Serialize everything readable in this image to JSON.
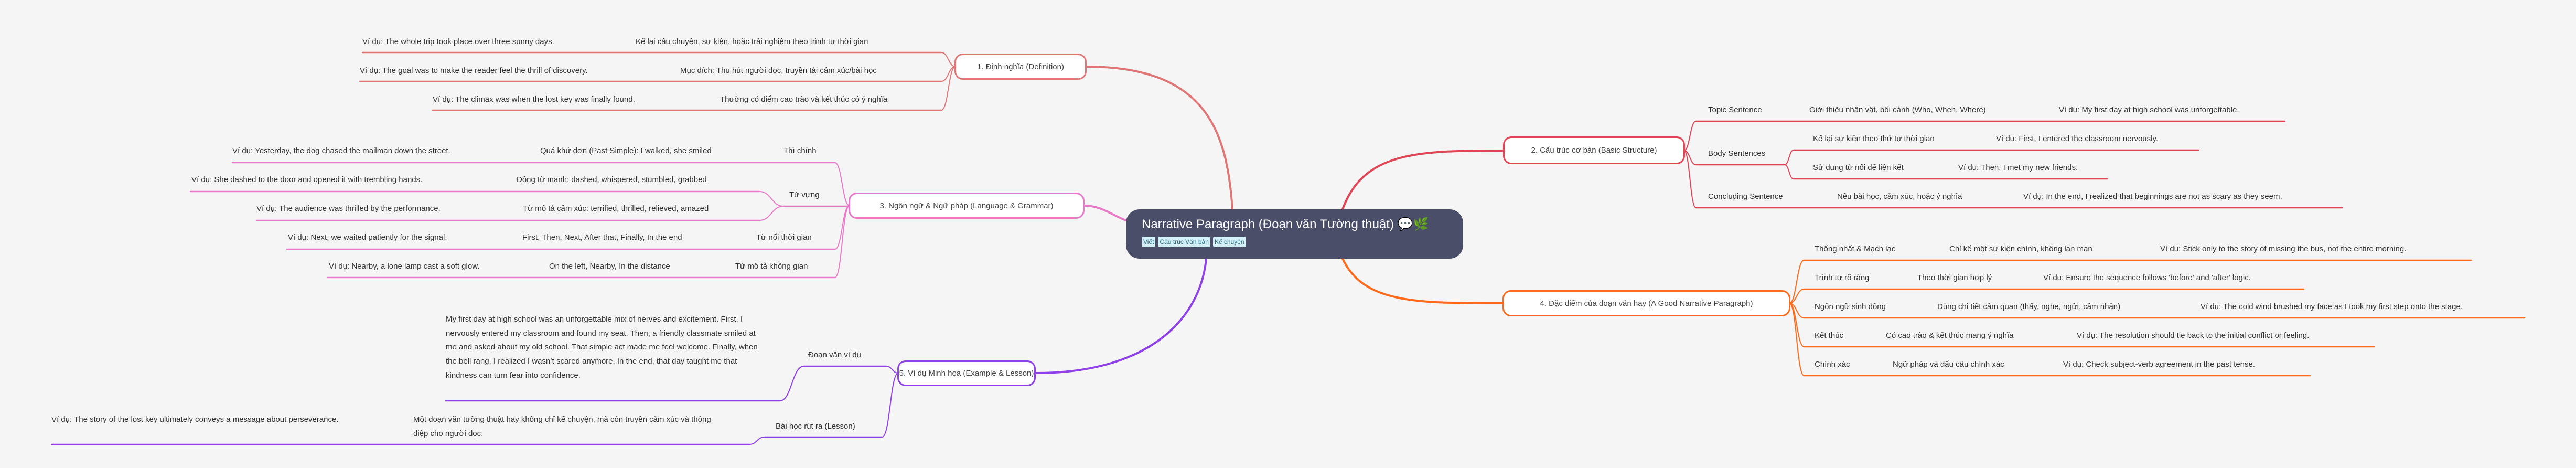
{
  "root": {
    "title": "Narrative Paragraph (Đoạn văn Tường thuật)",
    "emoji": "💬🌿",
    "tags": [
      "Viết",
      "Cấu trúc Văn bản",
      "Kể chuyện"
    ]
  },
  "colors": {
    "b1": "#e07575",
    "b2": "#e04555",
    "b3": "#e879c8",
    "b4": "#ff6a1a",
    "b5": "#9040e8"
  },
  "branches": [
    {
      "label": "1. Định nghĩa (Definition)",
      "items": [
        {
          "text": "Kể lại câu chuyện, sự kiện, hoặc trải nghiệm theo trình tự thời gian",
          "example": "Ví dụ: The whole trip took place over three sunny days."
        },
        {
          "text": "Mục đích: Thu hút người đọc, truyền tải cảm xúc/bài học",
          "example": "Ví dụ: The goal was to make the reader feel the thrill of discovery."
        },
        {
          "text": "Thường có điểm cao trào và kết thúc có ý nghĩa",
          "example": "Ví dụ: The climax was when the lost key was finally found."
        }
      ]
    },
    {
      "label": "2. Cấu trúc cơ bản (Basic Structure)",
      "items": [
        {
          "label": "Topic Sentence",
          "items": [
            {
              "text": "Giới thiệu nhân vật, bối cảnh (Who, When, Where)",
              "example": "Ví dụ: My first day at high school was unforgettable."
            }
          ]
        },
        {
          "label": "Body Sentences",
          "items": [
            {
              "text": "Kể lại sự kiện theo thứ tự thời gian",
              "example": "Ví dụ: First, I entered the classroom nervously."
            },
            {
              "text": "Sử dụng từ nối để liên kết",
              "example": "Ví dụ: Then, I met my new friends."
            }
          ]
        },
        {
          "label": "Concluding Sentence",
          "items": [
            {
              "text": "Nêu bài học, cảm xúc, hoặc ý nghĩa",
              "example": "Ví dụ: In the end, I realized that beginnings are not as scary as they seem."
            }
          ]
        }
      ]
    },
    {
      "label": "3. Ngôn ngữ & Ngữ pháp (Language & Grammar)",
      "items": [
        {
          "label": "Thì chính",
          "items": [
            {
              "text": "Quá khứ đơn (Past Simple): I walked, she smiled",
              "example": "Ví dụ: Yesterday, the dog chased the mailman down the street."
            }
          ]
        },
        {
          "label": "Từ vựng",
          "items": [
            {
              "text": "Động từ mạnh: dashed, whispered, stumbled, grabbed",
              "example": "Ví dụ: She dashed to the door and opened it with trembling hands."
            },
            {
              "text": "Từ mô tả cảm xúc: terrified, thrilled, relieved, amazed",
              "example": "Ví dụ: The audience was thrilled by the performance."
            }
          ]
        },
        {
          "label": "Từ nối thời gian",
          "items": [
            {
              "text": "First, Then, Next, After that, Finally, In the end",
              "example": "Ví dụ: Next, we waited patiently for the signal."
            }
          ]
        },
        {
          "label": "Từ mô tả không gian",
          "items": [
            {
              "text": "On the left, Nearby, In the distance",
              "example": "Ví dụ: Nearby, a lone lamp cast a soft glow."
            }
          ]
        }
      ]
    },
    {
      "label": "4. Đặc điểm của đoạn văn hay (A Good Narrative Paragraph)",
      "items": [
        {
          "label": "Thống nhất & Mạch lạc",
          "items": [
            {
              "text": "Chỉ kể một sự kiện chính, không lan man",
              "example": "Ví dụ: Stick only to the story of missing the bus, not the entire morning."
            }
          ]
        },
        {
          "label": "Trình tự rõ ràng",
          "items": [
            {
              "text": "Theo thời gian hợp lý",
              "example": "Ví dụ: Ensure the sequence follows 'before' and 'after' logic."
            }
          ]
        },
        {
          "label": "Ngôn ngữ sinh động",
          "items": [
            {
              "text": "Dùng chi tiết cảm quan (thấy, nghe, ngửi, cảm nhận)",
              "example": "Ví dụ: The cold wind brushed my face as I took my first step onto the stage."
            }
          ]
        },
        {
          "label": "Kết thúc",
          "items": [
            {
              "text": "Có cao trào & kết thúc mang ý nghĩa",
              "example": "Ví dụ: The resolution should tie back to the initial conflict or feeling."
            }
          ]
        },
        {
          "label": "Chính xác",
          "items": [
            {
              "text": "Ngữ pháp và dấu câu chính xác",
              "example": "Ví dụ: Check subject-verb agreement in the past tense."
            }
          ]
        }
      ]
    },
    {
      "label": "5. Ví dụ Minh họa (Example & Lesson)",
      "items": [
        {
          "label": "Đoạn văn ví dụ",
          "items": [
            {
              "text": "My first day at high school was an unforgettable mix of nerves and excitement. First, I nervously entered my classroom and found my seat. Then, a friendly classmate smiled at me and asked about my old school. That simple act made me feel welcome. Finally, when the bell rang, I realized I wasn’t scared anymore. In the end, that day taught me that kindness can turn fear into confidence."
            }
          ]
        },
        {
          "label": "Bài học rút ra (Lesson)",
          "items": [
            {
              "text": "Một đoạn văn tường thuật hay không chỉ kể chuyện, mà còn truyền cảm xúc và thông điệp cho người đọc.",
              "example": "Ví dụ: The story of the lost key ultimately conveys a message about perseverance."
            }
          ]
        }
      ]
    }
  ]
}
